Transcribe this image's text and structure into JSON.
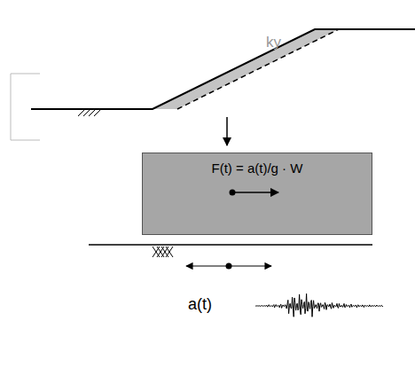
{
  "diagram": {
    "nodes": [
      {
        "text": [
          "F(t) = a(t)/g · W"
        ]
      }
    ],
    "labels": [
      "ky",
      "a(t)"
    ]
  }
}
